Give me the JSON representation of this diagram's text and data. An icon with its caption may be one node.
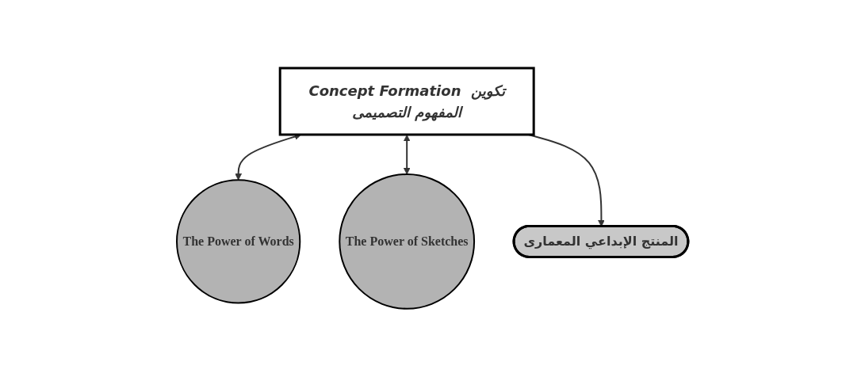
{
  "diagram": {
    "nodes": [
      {
        "text": [
          "Concept Formation تكوين المفهوم التصميمى"
        ]
      },
      {
        "text": [
          "The Power of Words"
        ]
      },
      {
        "text": [
          "The Power of Sketches"
        ]
      },
      {
        "text": [
          "المنتج الإبداعي المعمارى"
        ]
      }
    ],
    "edges": [
      {
        "from": 0,
        "to": 1,
        "arrow": "both"
      },
      {
        "from": 0,
        "to": 2,
        "arrow": "both"
      },
      {
        "from": 0,
        "to": 3,
        "arrow": "to"
      }
    ]
  }
}
